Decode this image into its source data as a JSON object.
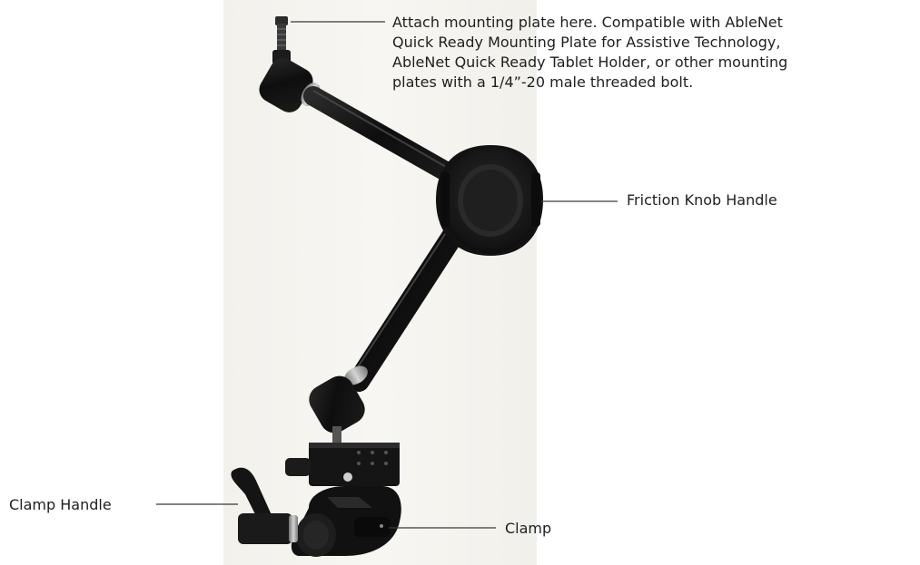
{
  "callouts": {
    "mounting_plate": {
      "lines": [
        "Attach mounting plate here. Compatible with AbleNet",
        "Quick Ready Mounting Plate for Assistive Technology,",
        "AbleNet Quick Ready Tablet Holder, or other mounting",
        "plates with a 1/4”-20 male threaded bolt."
      ]
    },
    "friction_knob": {
      "label": "Friction Knob Handle"
    },
    "clamp_handle": {
      "label": "Clamp Handle"
    },
    "clamp": {
      "label": "Clamp"
    }
  },
  "colors": {
    "arm": "#121212",
    "highlight": "#4a4a4a",
    "knob": "#1a1a1a",
    "collar": "#8c8c8c",
    "leader_line": "#3a3a3a",
    "text": "#1f1f1f"
  }
}
